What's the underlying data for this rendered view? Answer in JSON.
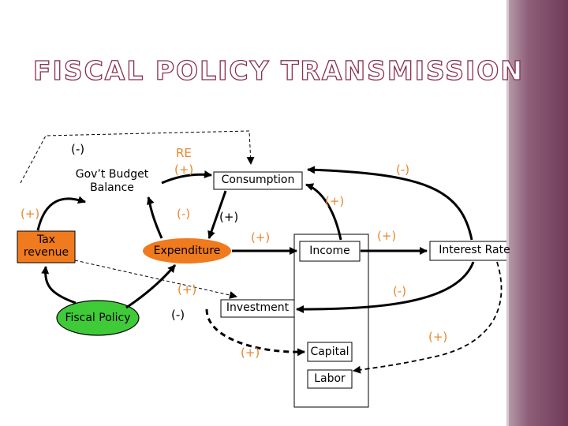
{
  "title": "FISCAL POLICY TRANSMISSION",
  "nodes": {
    "govt_budget_balance": "Gov’t Budget Balance",
    "re": "RE",
    "consumption": "Consumption",
    "tax_revenue": "Tax revenue",
    "expenditure": "Expenditure",
    "income": "Income",
    "interest_rate": "Interest Rate",
    "fiscal_policy": "Fiscal Policy",
    "investment": "Investment",
    "capital": "Capital",
    "labor": "Labor"
  },
  "signs": {
    "budget_top": "(-)",
    "re_plus": "(+)",
    "left_tax": "(+)",
    "exp_minus": "(-)",
    "cons_exp": "(+)",
    "interest_cons": "(-)",
    "income_cons": "(+)",
    "exp_income": "(+)",
    "income_interest": "(+)",
    "fiscal_exp": "(+)",
    "fiscal_inv": "(-)",
    "interest_inv": "(-)",
    "inv_capital": "(+)",
    "interest_capital": "(+)"
  },
  "colors": {
    "title_outline": "#8a2f4e",
    "orange_node": "#f07a1e",
    "green_node": "#3fcb38",
    "sign_orange": "#e8872a",
    "sidebar": "#7a4766"
  }
}
